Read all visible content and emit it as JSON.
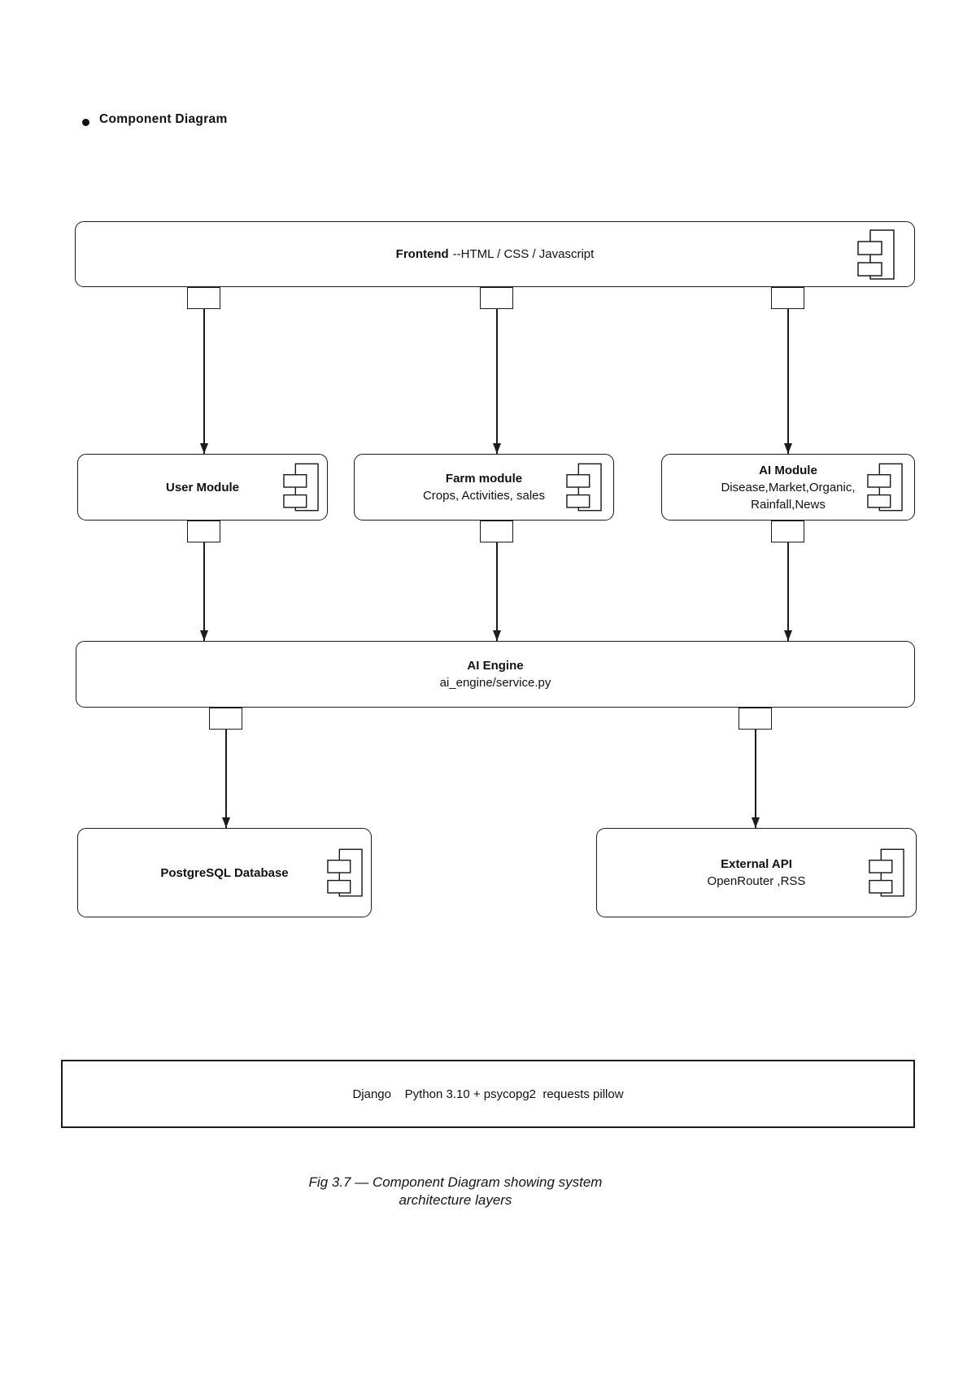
{
  "heading": {
    "text": "Component Diagram"
  },
  "nodes": {
    "frontend": {
      "title": "Frontend",
      "subtitle": "--HTML / CSS / Javascript"
    },
    "user_module": {
      "title": "User Module"
    },
    "farm_module": {
      "title": "Farm module",
      "subtitle": "Crops, Activities, sales"
    },
    "ai_module": {
      "title": "AI Module",
      "subtitle": "Disease,Market,Organic,",
      "subtitle2": "Rainfall,News"
    },
    "ai_engine": {
      "title": "AI Engine",
      "subtitle": "ai_engine/service.py"
    },
    "postgresql": {
      "title": "PostgreSQL Database"
    },
    "external_api": {
      "title": "External API",
      "subtitle": "OpenRouter ,RSS"
    },
    "tech_stack": {
      "text": "Django    Python 3.10 + psycopg2  requests pillow"
    }
  },
  "caption": {
    "line1": "Fig 3.7 — Component Diagram showing system",
    "line2": "architecture layers"
  },
  "colors": {
    "ink": "#1c1c1c",
    "background": "#ffffff"
  }
}
